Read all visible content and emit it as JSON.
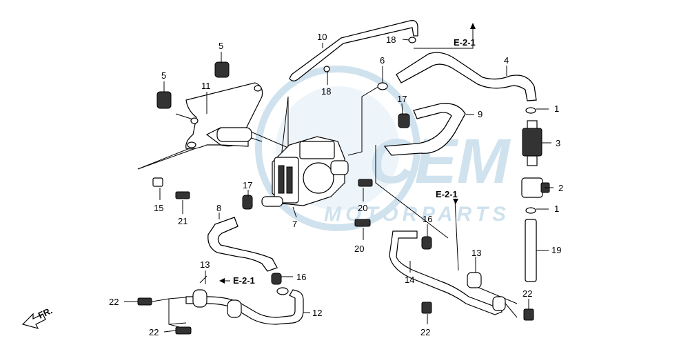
{
  "watermark": {
    "brand": "CEM",
    "subtitle": "MOTORPARTS",
    "colors": {
      "ring": "#cfe2ee",
      "text": "#c8dcea"
    }
  },
  "direction_label": "FR.",
  "ref_label": "E-2-1",
  "callouts": {
    "c1a": "1",
    "c1b": "1",
    "c2": "2",
    "c3": "3",
    "c4": "4",
    "c5a": "5",
    "c5b": "5",
    "c6": "6",
    "c7": "7",
    "c8": "8",
    "c9": "9",
    "c10": "10",
    "c11": "11",
    "c12": "12",
    "c13a": "13",
    "c13b": "13",
    "c14": "14",
    "c15": "15",
    "c16a": "16",
    "c16b": "16",
    "c17a": "17",
    "c17b": "17",
    "c18a": "18",
    "c18b": "18",
    "c19": "19",
    "c20a": "20",
    "c20b": "20",
    "c21": "21",
    "c22a": "22",
    "c22b": "22",
    "c22c": "22",
    "c22d": "22"
  }
}
